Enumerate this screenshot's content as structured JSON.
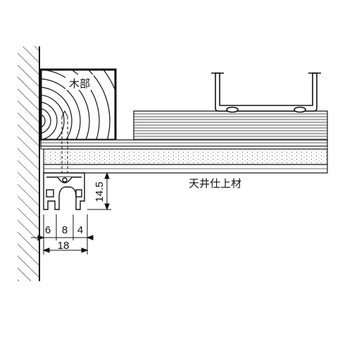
{
  "labels": {
    "wood": "木部",
    "ceiling_finish": "天井仕上材"
  },
  "dimensions": {
    "height": "14.5",
    "width_a": "6",
    "width_b": "8",
    "width_c": "4",
    "total_width": "18"
  },
  "colors": {
    "line": "#111111",
    "board_fill": "#f2f2f2",
    "stone_fill": "#ececec"
  }
}
